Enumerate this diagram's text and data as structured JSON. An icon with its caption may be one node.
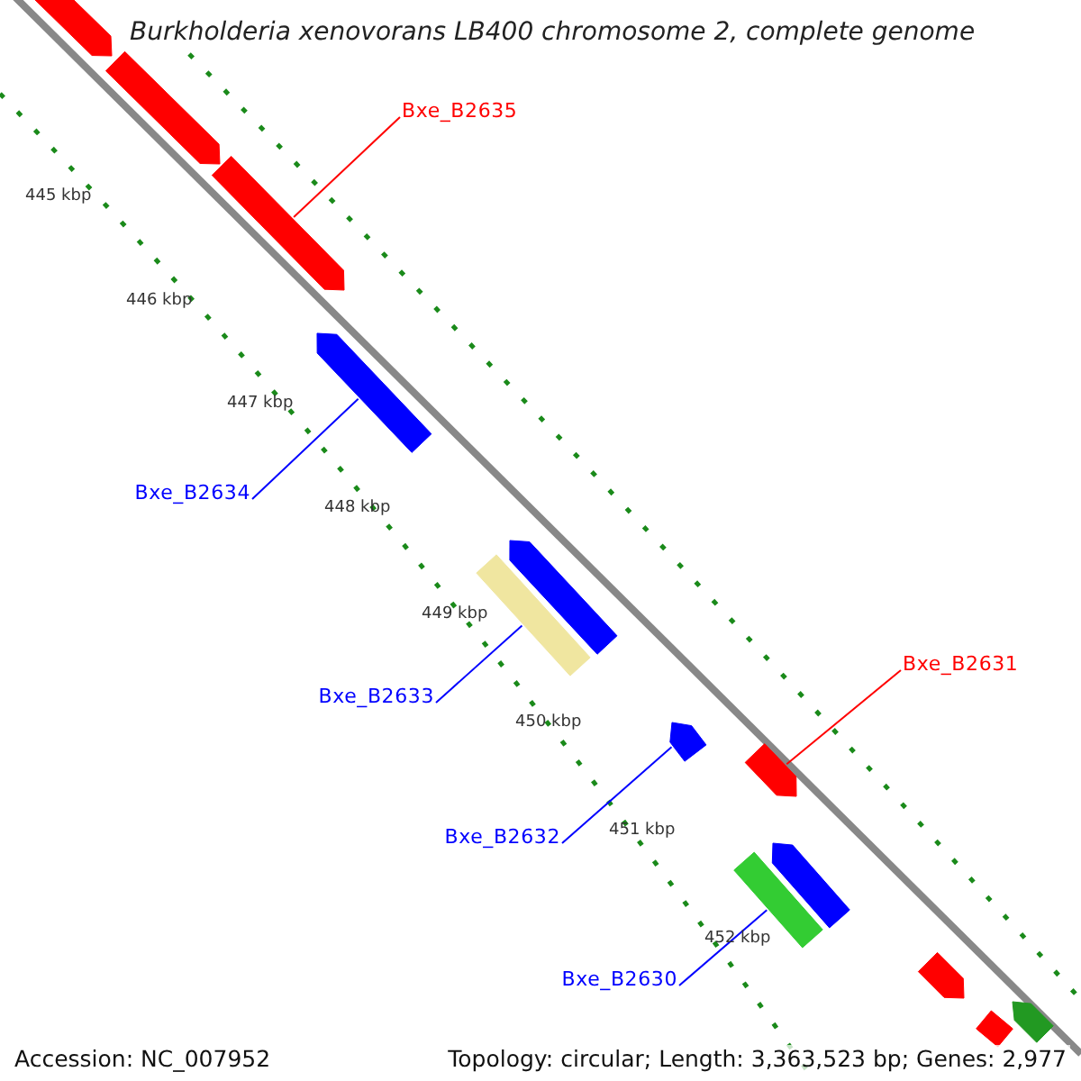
{
  "diagram": {
    "title": "Burkholderia xenovorans LB400 chromosome 2, complete genome",
    "nodes": [
      {
        "text": [
          "Bxe_B2635"
        ]
      },
      {
        "text": [
          "Bxe_B2634"
        ]
      },
      {
        "text": [
          "Bxe_B2633"
        ]
      },
      {
        "text": [
          "Bxe_B2632"
        ]
      },
      {
        "text": [
          "Bxe_B2631"
        ]
      },
      {
        "text": [
          "Bxe_B2630"
        ]
      },
      {
        "text": [],
        "shape": "arrow"
      },
      {
        "text": [],
        "shape": "arrow"
      },
      {
        "text": [],
        "shape": "arrow"
      },
      {
        "text": [],
        "shape": "arrow"
      },
      {
        "text": [],
        "shape": "bar"
      },
      {
        "text": [],
        "shape": "arrow"
      },
      {
        "text": [],
        "shape": "arrow"
      },
      {
        "text": [],
        "shape": "arrow"
      },
      {
        "text": [],
        "shape": "arrow"
      },
      {
        "text": [],
        "shape": "bar"
      },
      {
        "text": [],
        "shape": "arrow"
      },
      {
        "text": [],
        "shape": "bar"
      },
      {
        "text": [],
        "shape": "arrow"
      }
    ],
    "edges": [
      {
        "from": 0,
        "to": 8,
        "arrow": "none",
        "color": "#ff0000"
      },
      {
        "from": 1,
        "to": 9,
        "arrow": "none",
        "color": "#0000ff"
      },
      {
        "from": 2,
        "to": 10,
        "arrow": "none",
        "color": "#0000ff"
      },
      {
        "from": 3,
        "to": 12,
        "arrow": "none",
        "color": "#0000ff"
      },
      {
        "from": 4,
        "to": 13,
        "arrow": "none",
        "color": "#ff0000"
      },
      {
        "from": 5,
        "to": 15,
        "arrow": "none",
        "color": "#0000ff"
      }
    ],
    "labels": [
      "445 kbp",
      "446 kbp",
      "447 kbp",
      "448 kbp",
      "449 kbp",
      "450 kbp",
      "451 kbp",
      "452 kbp",
      "Accession: NC_007952",
      "Topology: circular; Length: 3,363,523 bp; Genes: 2,977"
    ]
  }
}
